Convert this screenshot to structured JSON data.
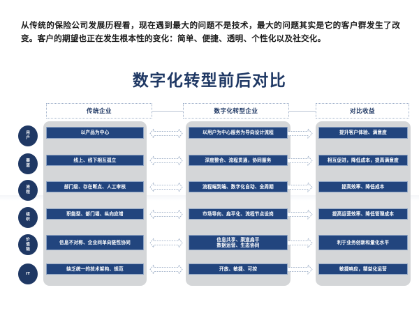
{
  "intro": {
    "paragraph": "从传统的保险公司发展历程看，现在遇到最大的问题不是技术，最大的问题其实是它的客户群发生了改变。客户的期望也正在发生根本性的变化：简单、便捷、透明、个性化以及社交化。"
  },
  "title": "数字化转型前后对比",
  "colors": {
    "title": "#1f3864",
    "cell_bg": "#22457e",
    "panel_bg": "#d4d6d8",
    "pill_bg": "#1f3864",
    "arrow_stroke": "#8fa3bf"
  },
  "headers": [
    {
      "label": "传统企业"
    },
    {
      "label": "数字化转型企业"
    },
    {
      "label": "对比收益"
    }
  ],
  "categories": [
    {
      "label": "用户",
      "chars": [
        "用",
        "户"
      ]
    },
    {
      "label": "渠道",
      "chars": [
        "渠",
        "道"
      ]
    },
    {
      "label": "流程",
      "chars": [
        "流",
        "程"
      ]
    },
    {
      "label": "组织",
      "chars": [
        "组",
        "织"
      ]
    },
    {
      "label": "价值链",
      "chars": [
        "价",
        "值",
        "链"
      ]
    },
    {
      "label": "IT",
      "chars": [
        "IT"
      ]
    }
  ],
  "rows": [
    {
      "traditional": "以产品为中心",
      "digital": "以用户为中心服务为导向设计流程",
      "benefit": "提升客户体验、满意度",
      "arrow_left": "double",
      "arrow_right": "single"
    },
    {
      "traditional": "线上、线下相互孤立",
      "digital": "深度整合、流程贯通，协同服务",
      "benefit": "相互促进，降低成本，提高满意度",
      "arrow_left": "double",
      "arrow_right": "single"
    },
    {
      "traditional": "部门级、存在断点、人工审核",
      "digital": "流程端到端、数字化自动、全周期",
      "benefit": "提高效率、降低成本",
      "arrow_left": "double",
      "arrow_right": "single"
    },
    {
      "traditional": "职能型、部门墙、纵向应增",
      "digital": "市场导向、扁平化、流程节点设岗",
      "benefit": "提高运营效率、降低管理成本",
      "arrow_left": "double",
      "arrow_right": "single"
    },
    {
      "traditional": "信息不对称、企业间单向链性协同",
      "digital": "信息共享、渠道扁平\n数据运营、生态协同",
      "benefit": "利于业务创新和量化水平",
      "arrow_left": "double",
      "arrow_right": "single"
    },
    {
      "traditional": "缺乏统一的技术架构、规范",
      "digital": "开放、敏捷、可控",
      "benefit": "敏捷响应，精益化运营",
      "arrow_left": "double",
      "arrow_right": "single"
    }
  ]
}
